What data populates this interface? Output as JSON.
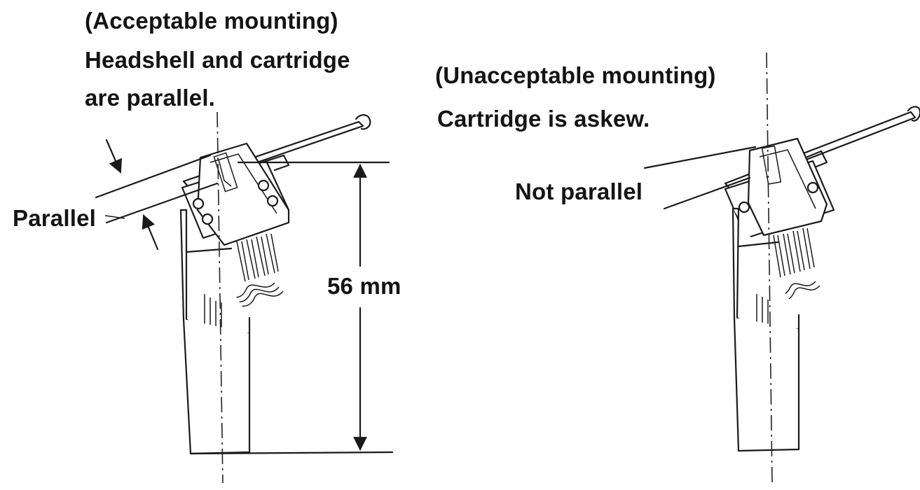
{
  "acceptable": {
    "heading": "(Acceptable mounting)",
    "line1": "Headshell and cartridge",
    "line2": "are parallel.",
    "parallel_label": "Parallel",
    "dimension_label": "56 mm"
  },
  "unacceptable": {
    "heading": "(Unacceptable mounting)",
    "line1": "Cartridge is askew.",
    "not_parallel_label": "Not parallel"
  }
}
